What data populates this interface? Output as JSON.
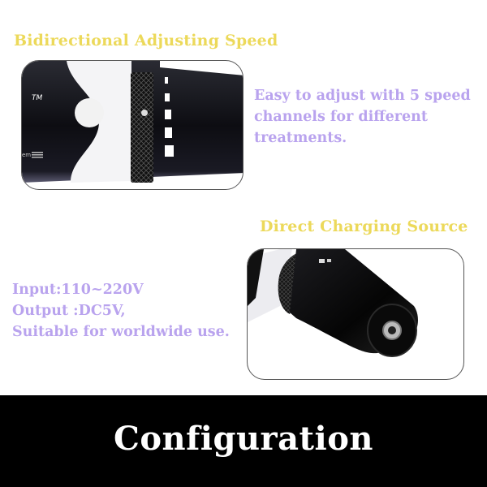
{
  "section1": {
    "heading": "Bidirectional Adjusting Speed",
    "description_lines": [
      "Easy to adjust with 5 speed",
      "channels for different",
      "treatments."
    ],
    "photo": {
      "label_tm": "TM",
      "label_em": "em",
      "speed_marks": 5
    }
  },
  "section2": {
    "heading": "Direct Charging Source",
    "description_lines": [
      "Input:110~220V",
      "Output :DC5V,",
      "Suitable for worldwide use."
    ]
  },
  "footer": {
    "title": "Configuration"
  },
  "colors": {
    "heading": "#ecd95a",
    "description": "#b9a3ee",
    "band": "#000000"
  }
}
